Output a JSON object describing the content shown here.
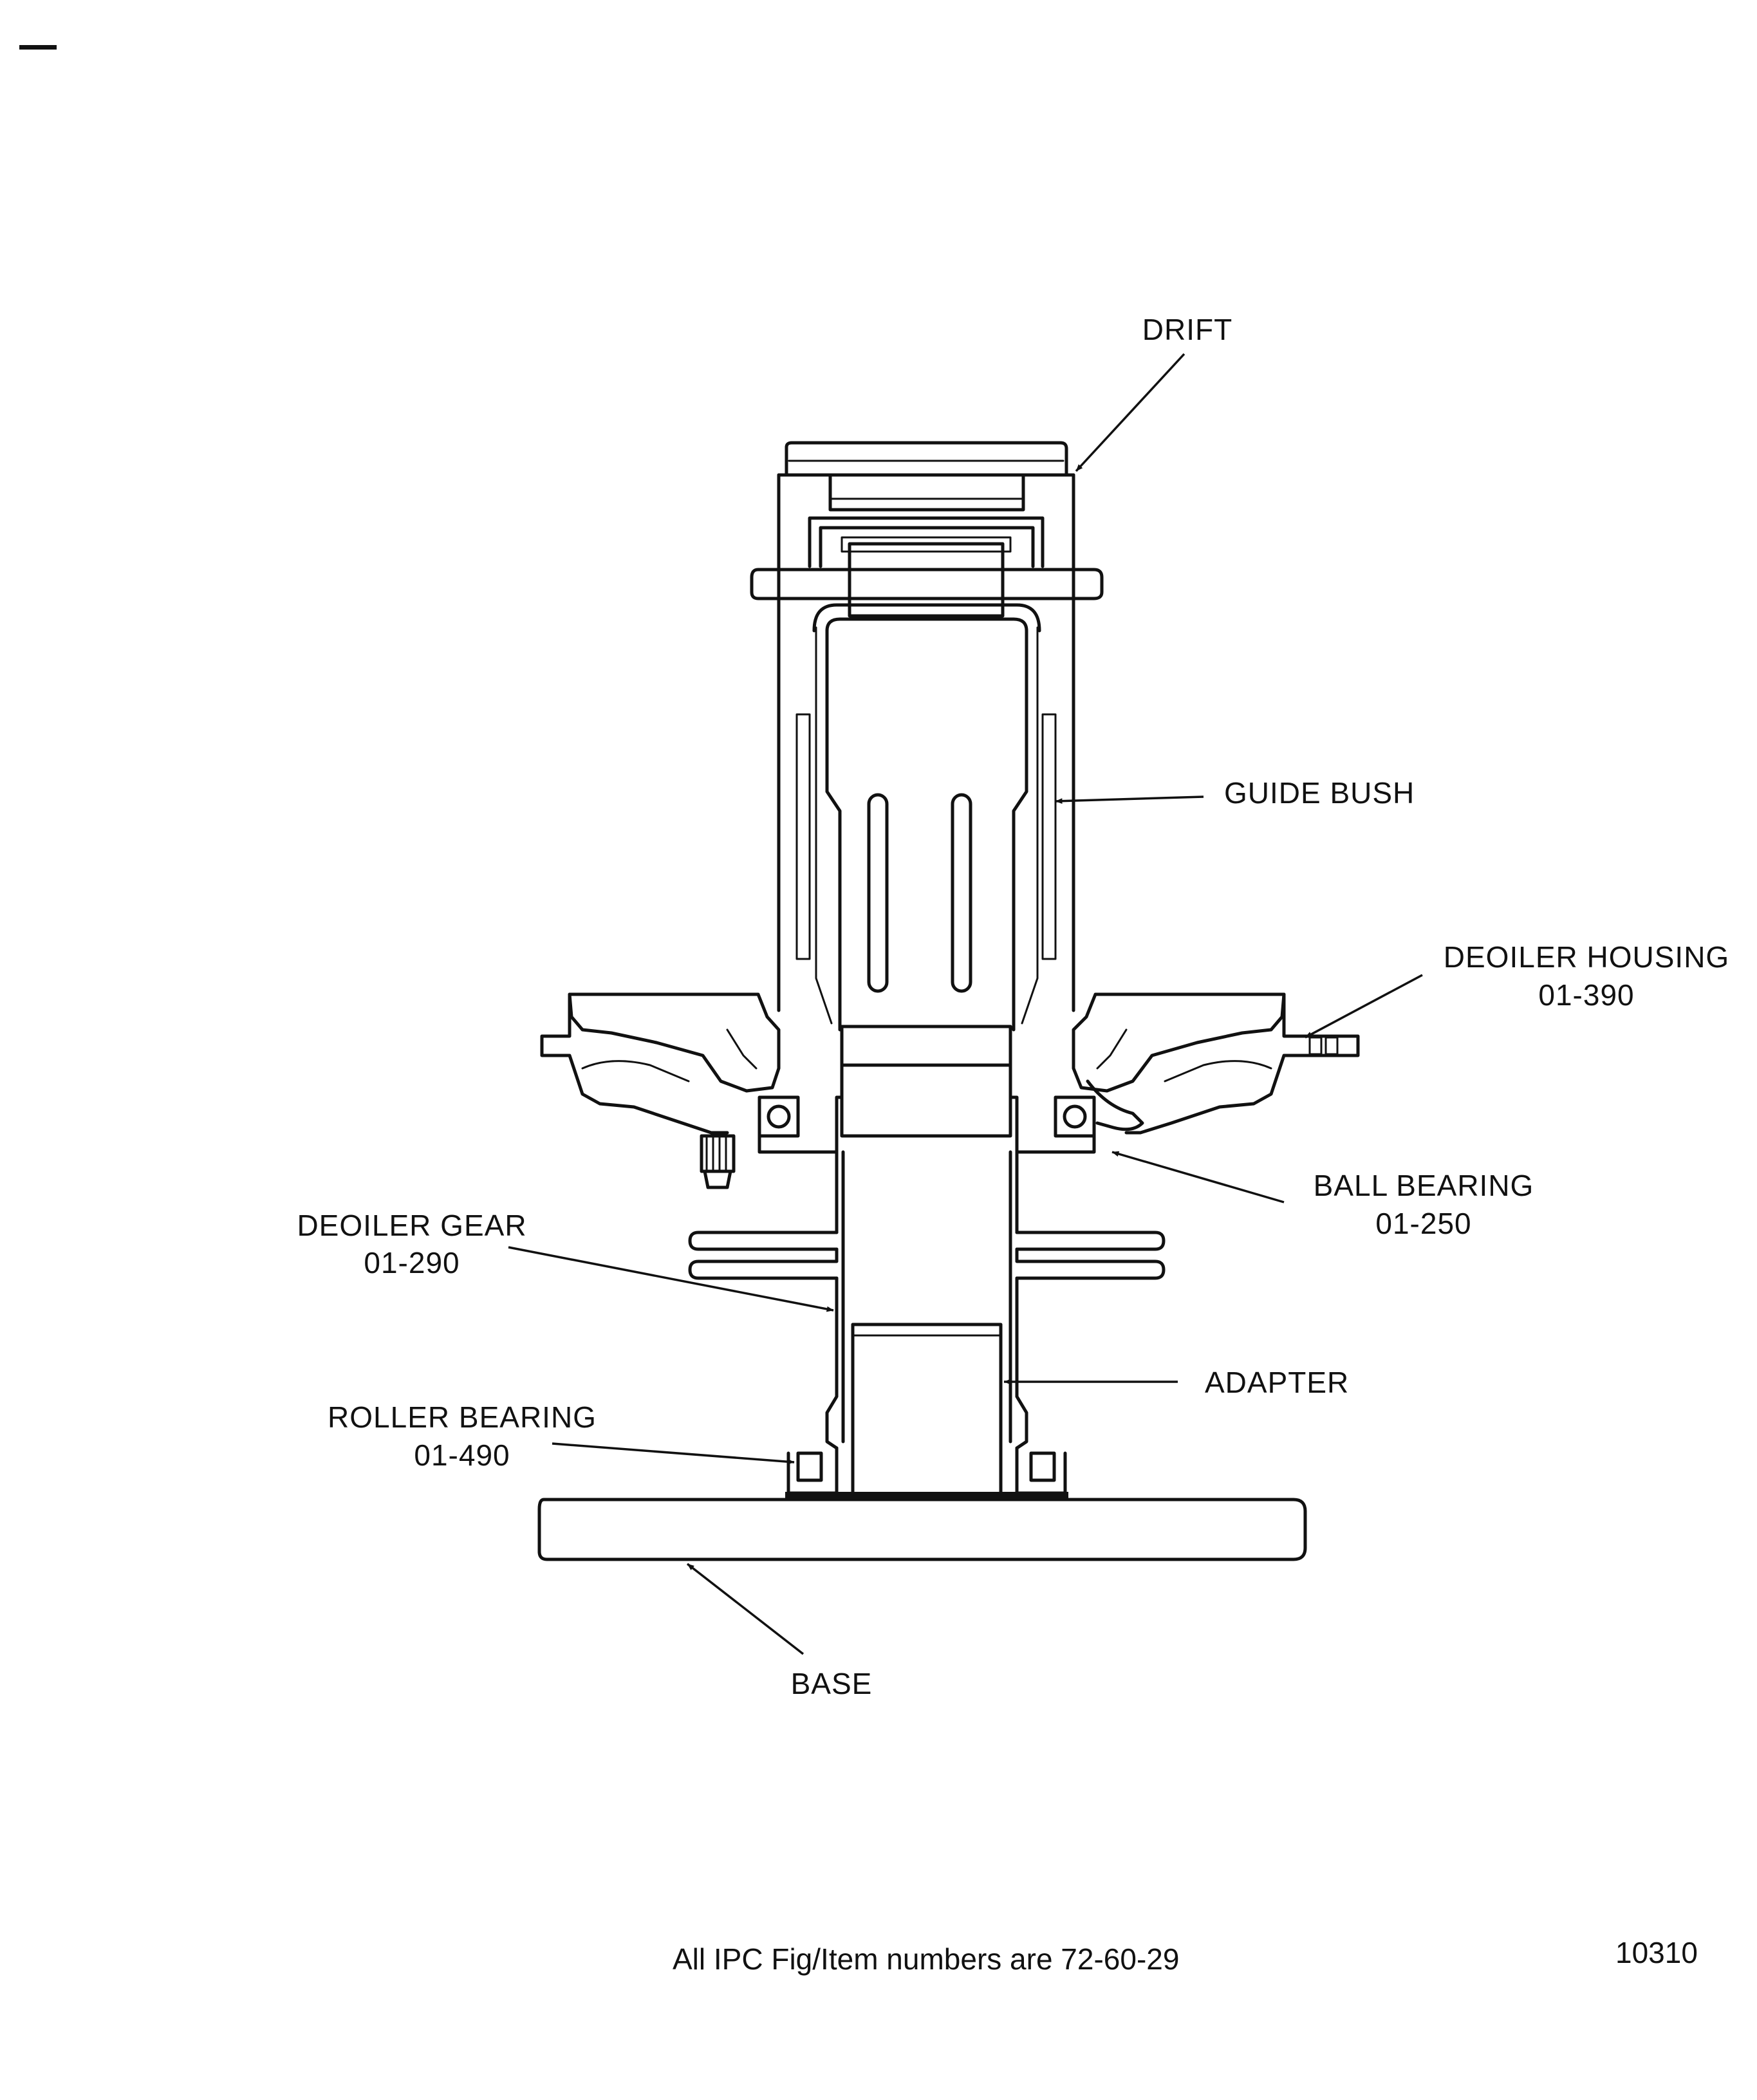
{
  "figure": {
    "labels": {
      "drift": "DRIFT",
      "guide_bush": "GUIDE BUSH",
      "deoiler_housing": "DEOILER HOUSING",
      "deoiler_housing_item": "01-390",
      "ball_bearing": "BALL BEARING",
      "ball_bearing_item": "01-250",
      "deoiler_gear": "DEOILER GEAR",
      "deoiler_gear_item": "01-290",
      "adapter": "ADAPTER",
      "roller_bearing": "ROLLER BEARING",
      "roller_bearing_item": "01-490",
      "base": "BASE"
    },
    "footnote": "All IPC Fig/Item numbers are 72-60-29",
    "figure_number": "10310"
  }
}
